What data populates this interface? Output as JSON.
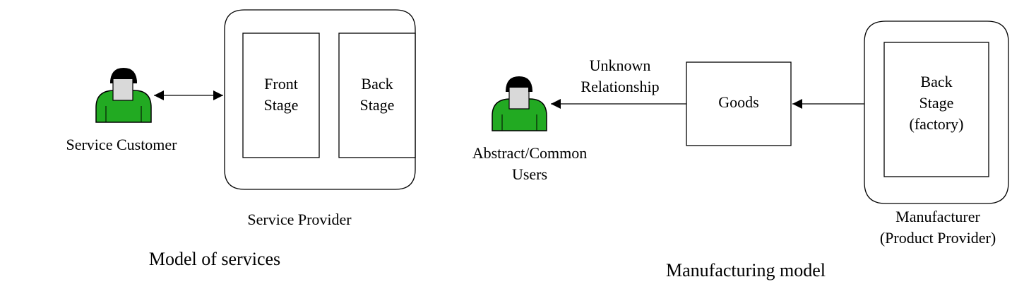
{
  "service_model": {
    "customer_label": "Service Customer",
    "front_stage_label": "Front\nStage",
    "back_stage_label": "Back\nStage",
    "provider_label": "Service Provider",
    "caption": "Model of services"
  },
  "manufacturing_model": {
    "users_label": "Abstract/Common\nUsers",
    "relationship_label": "Unknown\nRelationship",
    "goods_label": "Goods",
    "factory_label": "Back\nStage\n(factory)",
    "manufacturer_label": "Manufacturer\n(Product Provider)",
    "caption": "Manufacturing model"
  },
  "colors": {
    "person_body": "#22aa22",
    "person_hair": "#000000",
    "person_face": "#d9d9d9",
    "stroke": "#000000",
    "background": "#ffffff"
  },
  "icons": [
    "person-icon",
    "cylinder-shape",
    "arrow-head"
  ]
}
